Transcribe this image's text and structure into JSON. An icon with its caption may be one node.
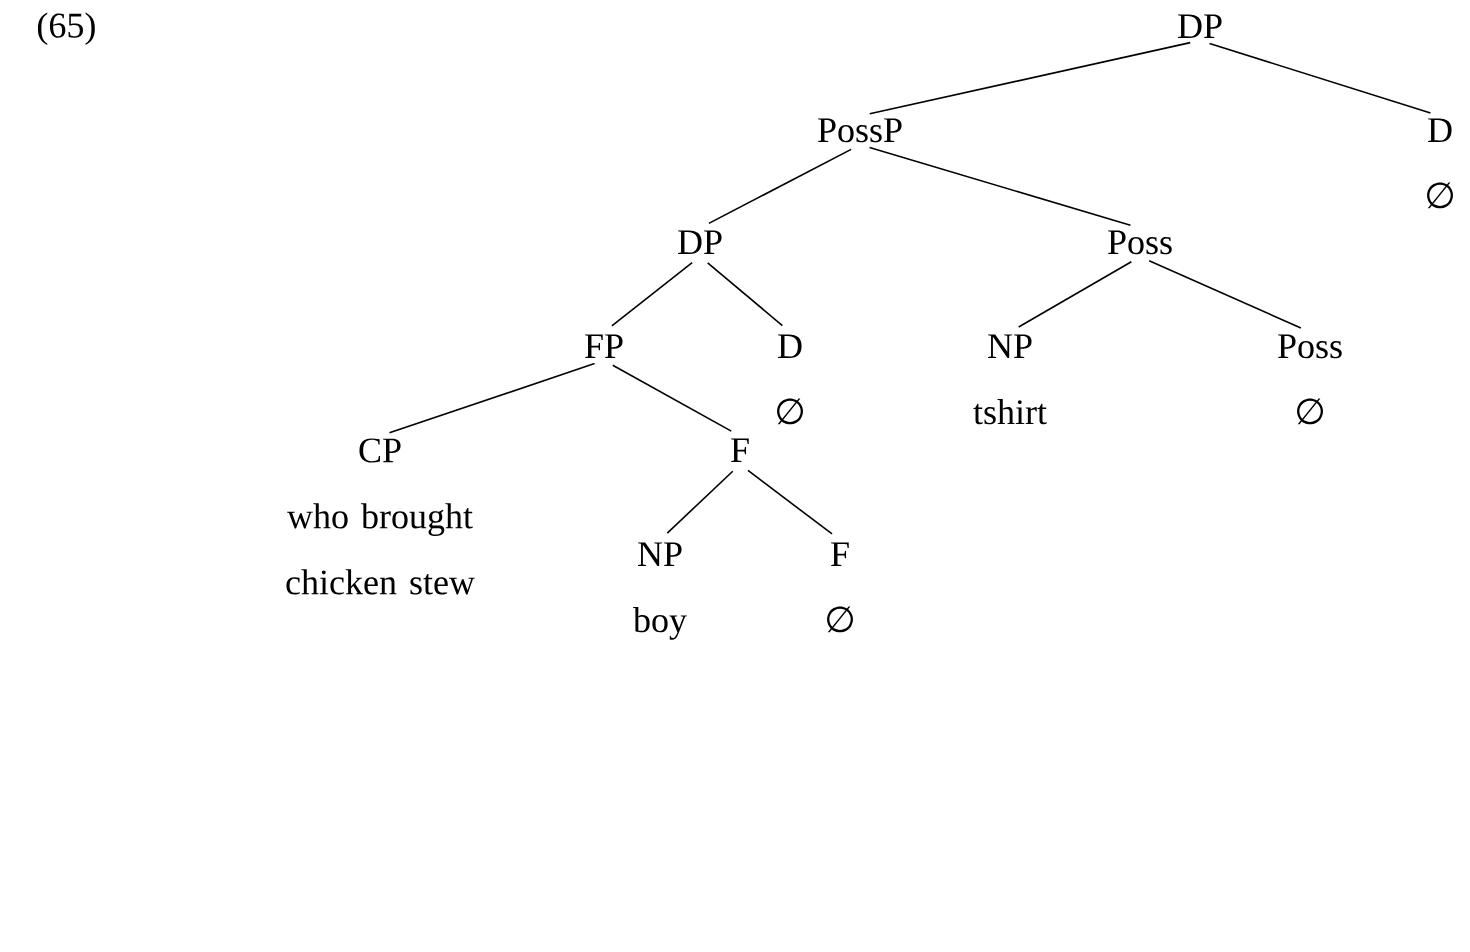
{
  "diagram": {
    "nodes": [
      {
        "text": [
          "DP"
        ]
      },
      {
        "text": [
          "PossP"
        ]
      },
      {
        "text": [
          "D",
          "∅"
        ]
      },
      {
        "text": [
          "DP"
        ]
      },
      {
        "text": [
          "Poss"
        ]
      },
      {
        "text": [
          "FP"
        ]
      },
      {
        "text": [
          "D",
          "∅"
        ]
      },
      {
        "text": [
          "NP",
          "tshirt"
        ]
      },
      {
        "text": [
          "Poss",
          "∅"
        ]
      },
      {
        "text": [
          "CP",
          "who brought chicken stew"
        ]
      },
      {
        "text": [
          "F"
        ]
      },
      {
        "text": [
          "NP",
          "boy"
        ]
      },
      {
        "text": [
          "F",
          "∅"
        ]
      }
    ],
    "edges": [
      {
        "from": 0,
        "to": 1,
        "arrow": "none"
      },
      {
        "from": 0,
        "to": 2,
        "arrow": "none"
      },
      {
        "from": 1,
        "to": 3,
        "arrow": "none"
      },
      {
        "from": 1,
        "to": 4,
        "arrow": "none"
      },
      {
        "from": 3,
        "to": 5,
        "arrow": "none"
      },
      {
        "from": 3,
        "to": 6,
        "arrow": "none"
      },
      {
        "from": 4,
        "to": 7,
        "arrow": "none"
      },
      {
        "from": 4,
        "to": 8,
        "arrow": "none"
      },
      {
        "from": 5,
        "to": 9,
        "arrow": "none"
      },
      {
        "from": 5,
        "to": 10,
        "arrow": "none"
      },
      {
        "from": 10,
        "to": 11,
        "arrow": "none"
      },
      {
        "from": 10,
        "to": 12,
        "arrow": "none"
      }
    ],
    "labels": [
      "(65)"
    ]
  }
}
